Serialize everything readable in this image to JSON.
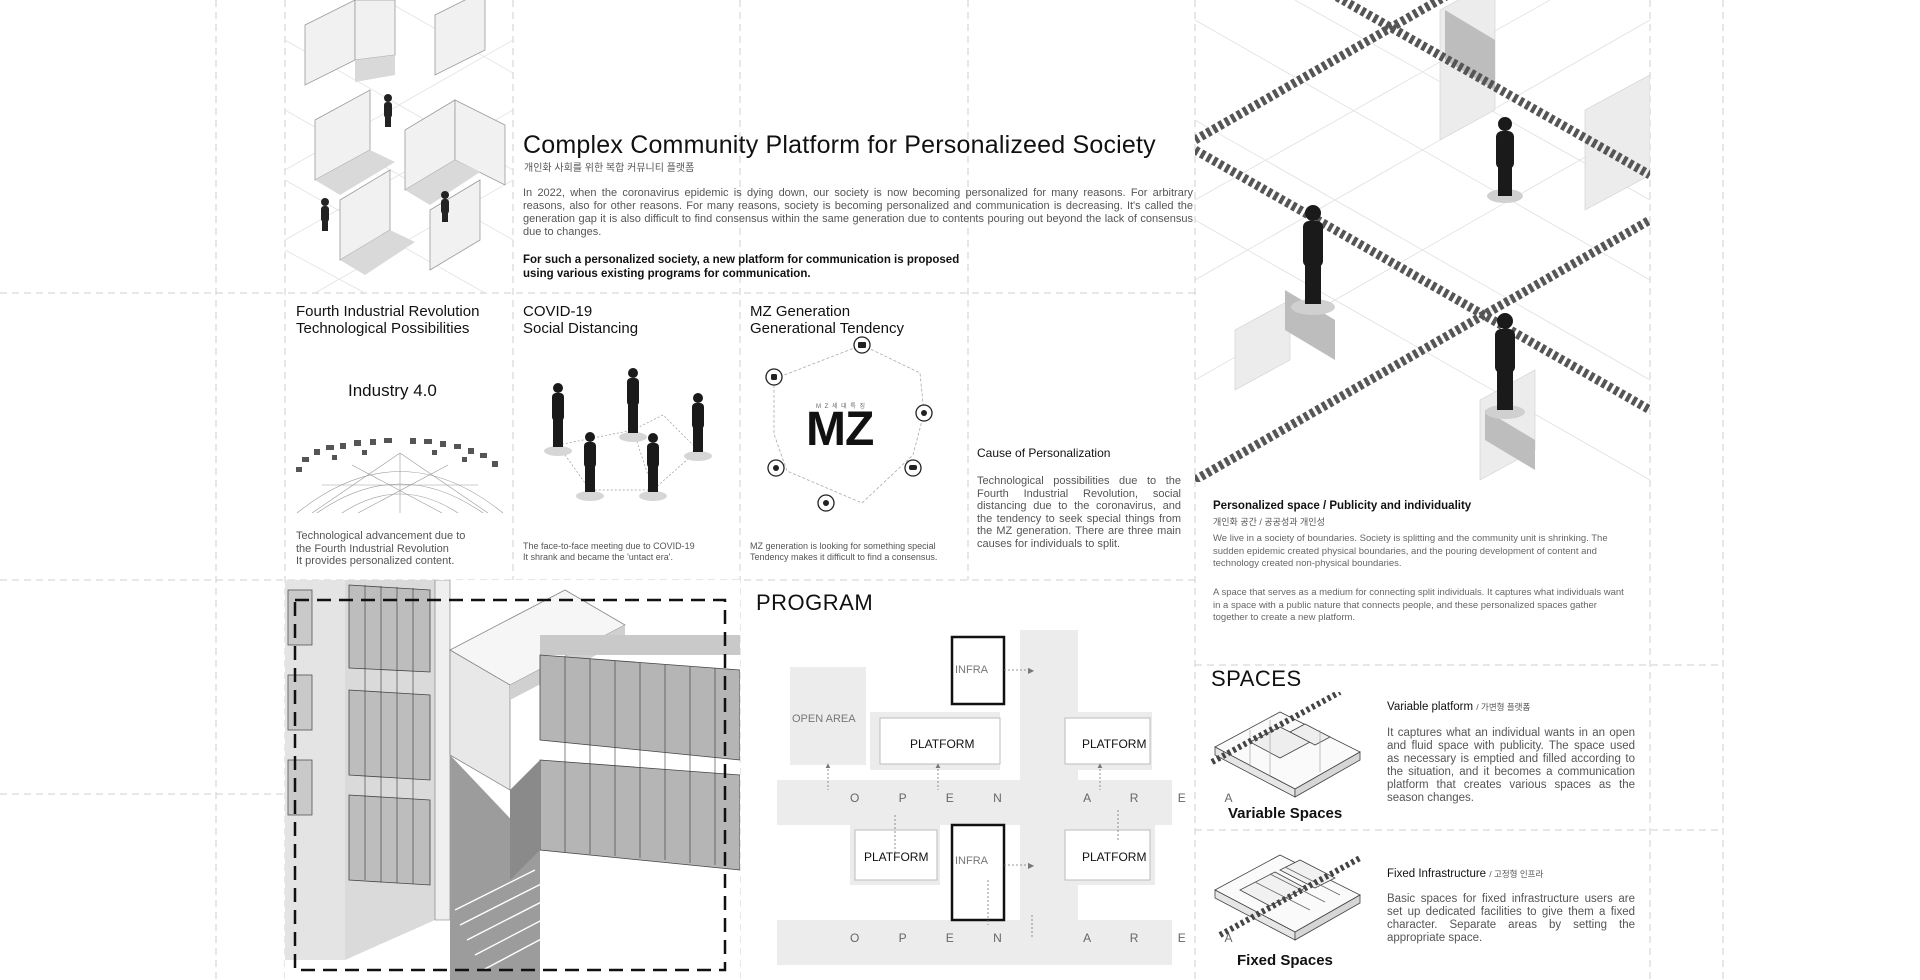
{
  "header": {
    "title": "Complex Community Platform for Personalizeed Society",
    "subtitle_ko": "개인화 사회를 위한 복합 커뮤니티 플랫폼",
    "intro": "In 2022, when the coronavirus epidemic is dying down, our society is now becoming personalized for many reasons. For arbitrary reasons, also for other reasons. For many reasons, society is becoming personalized and communication is decreasing. It's called the generation gap it is also difficult to find consensus within the same generation due to contents pouring out beyond the lack of consensus due to changes.",
    "statement_line1": "For such a personalized society, a new platform for communication is proposed",
    "statement_line2": "using various existing programs for communication."
  },
  "causes": {
    "industry": {
      "title_line1": "Fourth Industrial Revolution",
      "title_line2": "Technological Possibilities",
      "graphic_label": "Industry 4.0",
      "caption_line1": "Technological advancement due to",
      "caption_line2": "the Fourth Industrial Revolution",
      "caption_line3": "It provides personalized content."
    },
    "covid": {
      "title_line1": "COVID-19",
      "title_line2": "Social Distancing",
      "caption_line1": "The face-to-face meeting due to COVID-19",
      "caption_line2": "It shrank and became the 'untact era'."
    },
    "mz": {
      "title_line1": "MZ Generation",
      "title_line2": "Generational Tendency",
      "logo": "MZ",
      "logo_small_ko": "M Z 세 대 특 징",
      "caption_line1": "MZ generation is looking for something special",
      "caption_line2": "Tendency makes it difficult to find a consensus."
    },
    "summary": {
      "title": "Cause of Personalization",
      "text": "Technological possibilities due to the Fourth Industrial Revolution, social distancing due to the coronavirus, and the tendency to seek special things from the MZ generation. There are three main causes for individuals to split."
    }
  },
  "personalized": {
    "title": "Personalized space / Publicity and individuality",
    "subtitle_ko": "개인화 공간 / 공공성과 개인성",
    "para1": "We live in a society of boundaries. Society is splitting and the community unit is shrinking. The sudden epidemic created physical boundaries, and the pouring development of content and technology created non-physical boundaries.",
    "para2": "A space that serves as a medium for connecting split individuals. It captures what individuals want in a space with a public nature that connects people, and these personalized spaces gather together to create a new platform."
  },
  "program": {
    "heading": "PROGRAM",
    "infra_label": "INFRA",
    "platform_label": "PLATFORM",
    "open_area_label": "OPEN AREA",
    "open_area_spaced": "O P E N   A R E A"
  },
  "spaces": {
    "heading": "SPACES",
    "variable": {
      "label": "Variable Spaces",
      "title": "Variable platform",
      "title_ko": "/ 가변형 플랫폼",
      "text": "It captures what an individual wants in an open and fluid space with publicity. The space used as necessary is emptied and filled according to the situation, and it becomes a communication platform that creates various spaces as the season changes."
    },
    "fixed": {
      "label": "Fixed Spaces",
      "title": "Fixed Infrastructure",
      "title_ko": "/ 고정형 인프라",
      "text": "Basic spaces for fixed infrastructure users are set up dedicated facilities to give them a fixed character. Separate areas by setting the appropriate space."
    }
  }
}
